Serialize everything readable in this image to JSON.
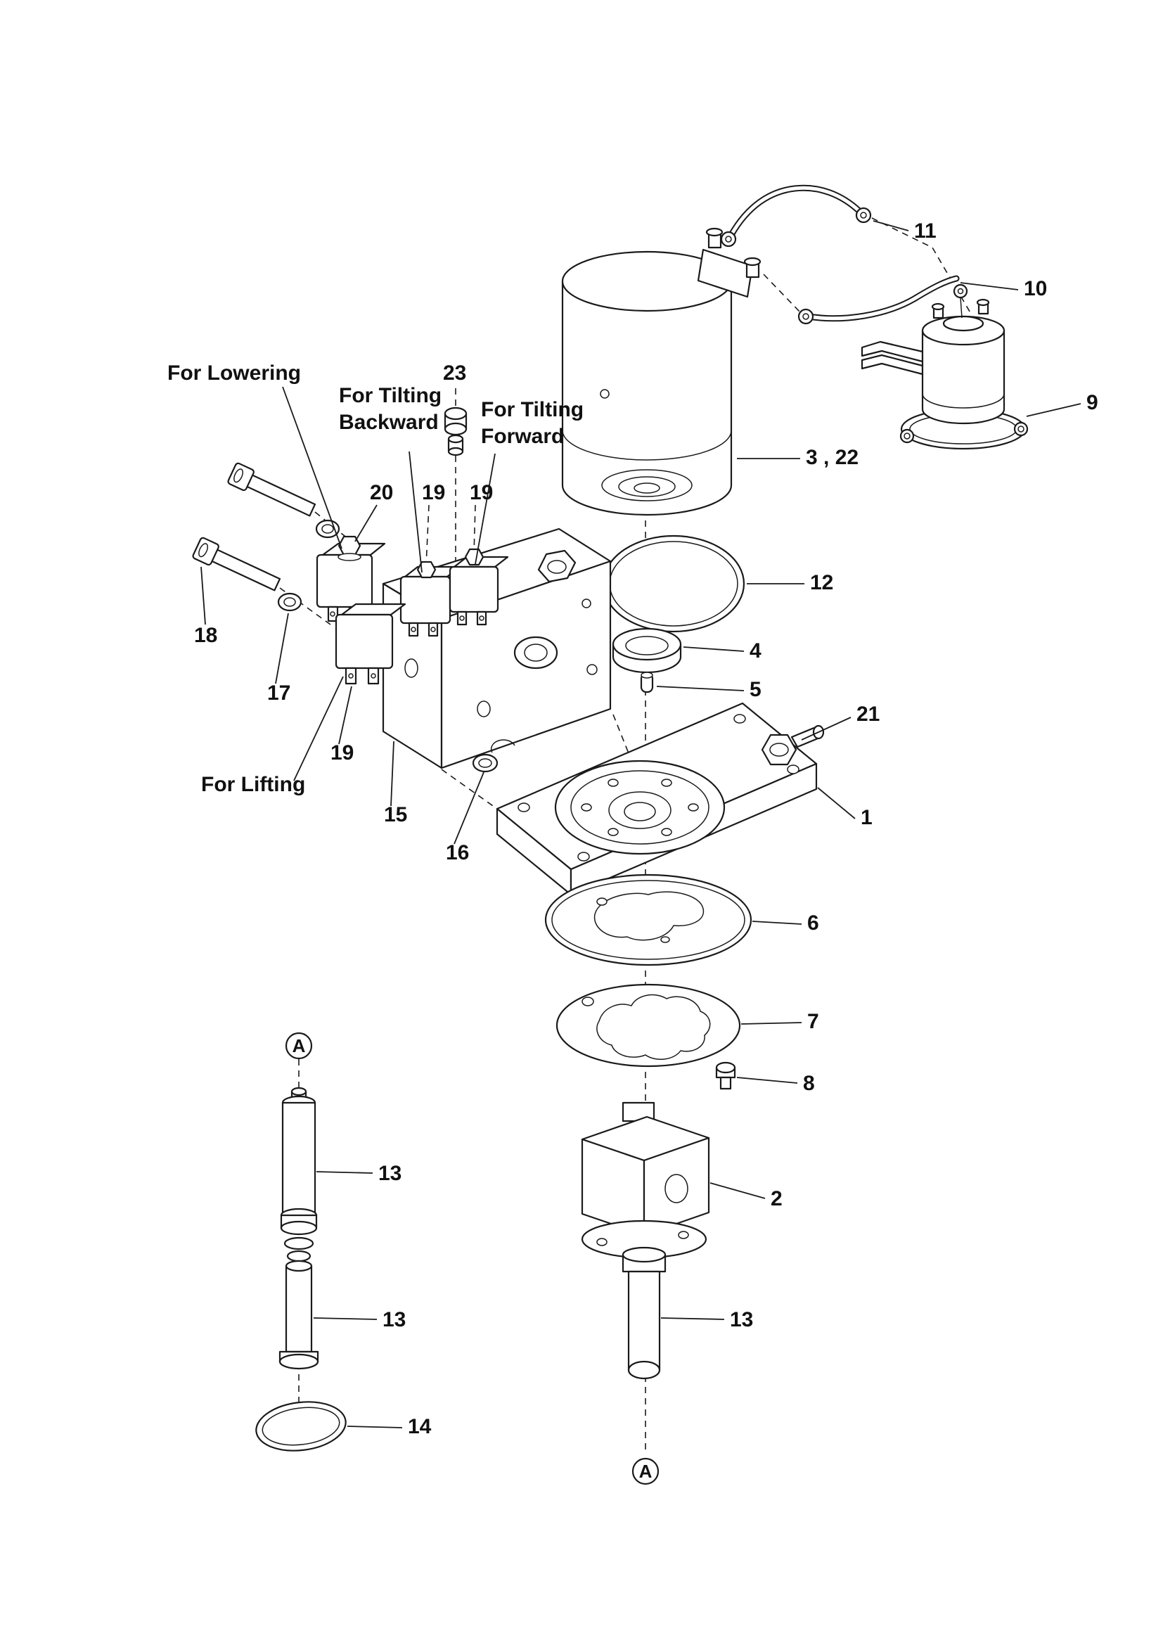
{
  "palette": {
    "background": "#ffffff",
    "line": "#1a1a1a",
    "text": "#111111"
  },
  "labels": {
    "functions": {
      "lowering": "For Lowering",
      "tilting": "For Tilting",
      "backward": "Backward",
      "forward": "Forward",
      "lifting": "For Lifting"
    },
    "datum": "A",
    "parts": {
      "p1": "1",
      "p2": "2",
      "p3_22": "3 , 22",
      "p4": "4",
      "p5": "5",
      "p6": "6",
      "p7": "7",
      "p8": "8",
      "p9": "9",
      "p10": "10",
      "p11": "11",
      "p12": "12",
      "p13": "13",
      "p14": "14",
      "p15": "15",
      "p16": "16",
      "p17": "17",
      "p18": "18",
      "p19": "19",
      "p20": "20",
      "p21": "21",
      "p23": "23"
    }
  }
}
